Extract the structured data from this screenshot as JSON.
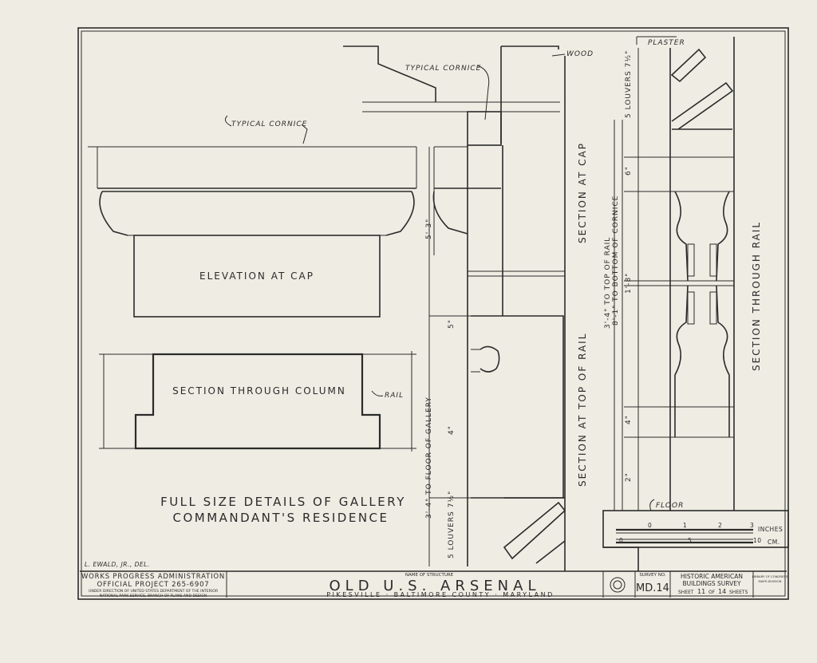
{
  "labels": {
    "typical_cornice_top": "TYPICAL CORNICE",
    "typical_cornice_left": "TYPICAL CORNICE",
    "wood": "WOOD",
    "plaster": "PLASTER",
    "elevation_at_cap": "ELEVATION AT CAP",
    "section_through_column": "SECTION THROUGH COLUMN",
    "rail": "RAIL",
    "section_at_cap": "SECTION AT CAP",
    "section_at_top_of_rail": "SECTION AT TOP OF RAIL",
    "section_through_rail": "SECTION THROUGH RAIL",
    "floor": "FLOOR",
    "louvers_top": "5 LOUVERS 7½\"",
    "louvers_bottom": "5 LOUVERS 7½\"",
    "dim_to_top_of_rail": "3'-4\" TO TOP OF RAIL",
    "dim_to_bottom_of_cornice": "8'-1\" TO BOTTOM OF CORNICE",
    "dim_to_floor_of_gallery": "3'-4\" TO FLOOR OF GALLERY",
    "dim_5_3": "5'-3\"",
    "dim_5": "5\"",
    "dim_4": "4\"",
    "dim_1_8": "1'-8\"",
    "dim_6": "6\"",
    "dim_2": "2\"",
    "dim_4b": "4\""
  },
  "title": {
    "line1": "FULL SIZE DETAILS OF GALLERY",
    "line2": "COMMANDANT'S RESIDENCE"
  },
  "scale_bar": {
    "inch_ticks": [
      "0",
      "1",
      "2",
      "3"
    ],
    "inch_unit": "INCHES",
    "cm_ticks": [
      "0",
      "5",
      "10"
    ],
    "cm_unit": "CM."
  },
  "title_block": {
    "delineator": "L. EWALD, JR., DEL.",
    "wpa_line1": "WORKS PROGRESS ADMINISTRATION",
    "wpa_line2": "OFFICIAL PROJECT 265-6907",
    "wpa_line3": "UNDER DIRECTION OF UNITED STATES DEPARTMENT OF THE INTERIOR",
    "wpa_line4": "NATIONAL PARK SERVICE, BRANCH OF PLANS AND DESIGN",
    "name_of_structure_label": "NAME OF STRUCTURE",
    "structure_name": "OLD U.S. ARSENAL",
    "location": "PIKESVILLE · BALTIMORE COUNTY · MARYLAND",
    "survey_no_label": "SURVEY NO.",
    "survey_no": "MD.14",
    "habs_line1": "HISTORIC AMERICAN",
    "habs_line2": "BUILDINGS SURVEY",
    "sheet_word": "SHEET",
    "sheet_no": "11",
    "of_word": "OF",
    "sheet_total": "14",
    "sheets_word": "SHEETS",
    "loc_line1": "LIBRARY OF CONGRESS",
    "loc_line2": "MAPS DIVISION"
  }
}
